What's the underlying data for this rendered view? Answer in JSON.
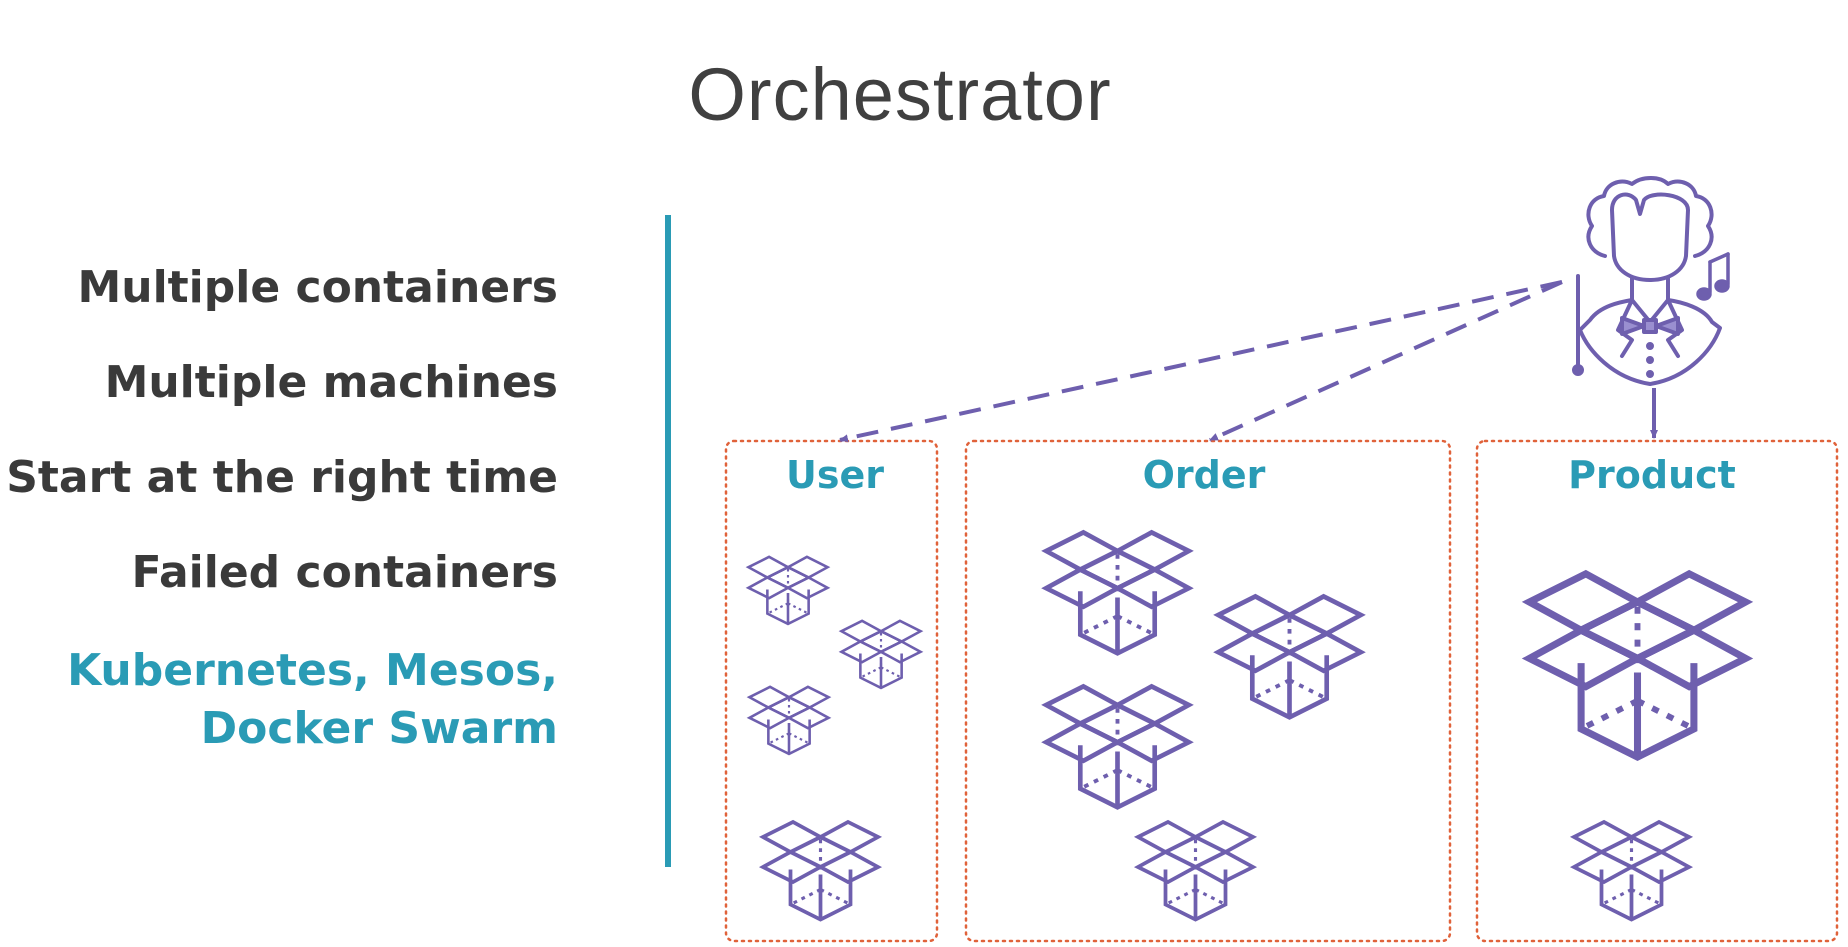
{
  "slide": {
    "title": "Orchestrator"
  },
  "bullets": [
    "Multiple containers",
    "Multiple machines",
    "Start at the right time",
    "Failed containers"
  ],
  "highlight": {
    "line1": "Kubernetes, Mesos,",
    "line2": "Docker Swarm"
  },
  "groups": {
    "user": "User",
    "order": "Order",
    "product": "Product"
  },
  "colors": {
    "title_text": "#404040",
    "bullet_text": "#3a3a3a",
    "accent_teal": "#2a9bb5",
    "diagram_purple": "#6e5fae",
    "group_border": "#e0623a"
  },
  "icons": {
    "conductor": "orchestra-conductor-icon",
    "container": "open-box-icon",
    "music": "music-note-icon"
  }
}
